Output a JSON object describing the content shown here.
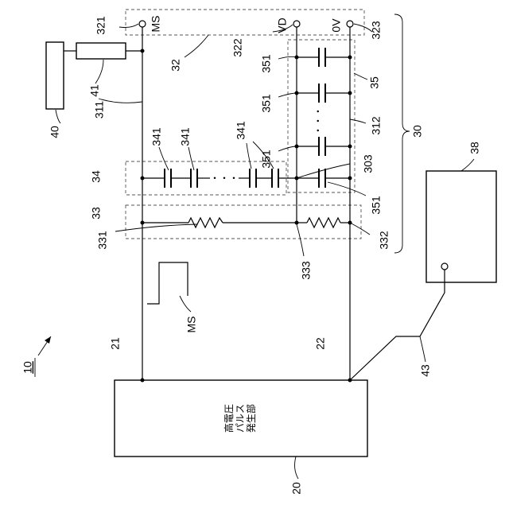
{
  "labels": {
    "n10": "10",
    "n20": "20",
    "n21": "21",
    "n22": "22",
    "n30": "30",
    "n32": "32",
    "n33": "33",
    "n34": "34",
    "n35": "35",
    "n38": "38",
    "n40": "40",
    "n41": "41",
    "n43": "43",
    "n303": "303",
    "n311": "311",
    "n312": "312",
    "n321": "321",
    "n322": "322",
    "n323": "323",
    "n331": "331",
    "n332": "332",
    "n333": "333",
    "n341a": "341",
    "n341b": "341",
    "n341c": "341",
    "n351a": "351",
    "n351b": "351",
    "n351c": "351",
    "n351d": "351",
    "ms_terminal": "MS",
    "vd_terminal": "VD",
    "ov_terminal": "0V",
    "ms_pulse": "MS",
    "ellipsis_h": "・・・",
    "ellipsis_v": "・・・"
  },
  "pulse_generator": {
    "line1": "高電圧",
    "line2": "パルス",
    "line3": "発生部"
  }
}
